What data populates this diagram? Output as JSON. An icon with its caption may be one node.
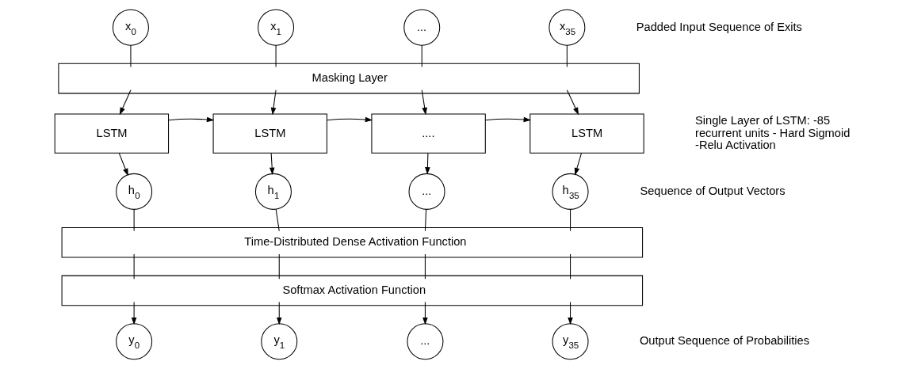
{
  "diagram": {
    "nodes": [
      {
        "text": [
          "x$_{0}$"
        ]
      },
      {
        "text": [
          "x$_{1}$"
        ]
      },
      {
        "text": [
          "..."
        ]
      },
      {
        "text": [
          "x$_{35}$"
        ]
      },
      {
        "text": [
          "Masking Layer"
        ]
      },
      {
        "text": [
          "LSTM"
        ]
      },
      {
        "text": [
          "LSTM"
        ]
      },
      {
        "text": [
          "...."
        ]
      },
      {
        "text": [
          "LSTM"
        ]
      },
      {
        "text": [
          "h$_{0}$"
        ]
      },
      {
        "text": [
          "h$_{1}$"
        ]
      },
      {
        "text": [
          "..."
        ]
      },
      {
        "text": [
          "h$_{35}$"
        ]
      },
      {
        "text": [
          "Time-Distributed Dense Activation Function"
        ]
      },
      {
        "text": [
          "Softmax Activation Function"
        ]
      },
      {
        "text": [
          "y$_{0}$"
        ]
      },
      {
        "text": [
          "y$_{1}$"
        ]
      },
      {
        "text": [
          "..."
        ]
      },
      {
        "text": [
          "y$_{35}$"
        ]
      }
    ],
    "edges": [
      {
        "from": 0,
        "to": 4,
        "arrow": "none"
      },
      {
        "from": 1,
        "to": 4,
        "arrow": "none"
      },
      {
        "from": 2,
        "to": 4,
        "arrow": "none"
      },
      {
        "from": 3,
        "to": 4,
        "arrow": "none"
      },
      {
        "from": 4,
        "to": 5,
        "arrow": "to"
      },
      {
        "from": 4,
        "to": 6,
        "arrow": "to"
      },
      {
        "from": 4,
        "to": 7,
        "arrow": "to"
      },
      {
        "from": 4,
        "to": 8,
        "arrow": "to"
      },
      {
        "from": 5,
        "to": 6,
        "arrow": "to"
      },
      {
        "from": 6,
        "to": 7,
        "arrow": "to"
      },
      {
        "from": 7,
        "to": 8,
        "arrow": "to"
      },
      {
        "from": 5,
        "to": 9,
        "arrow": "to"
      },
      {
        "from": 6,
        "to": 10,
        "arrow": "to"
      },
      {
        "from": 7,
        "to": 11,
        "arrow": "to"
      },
      {
        "from": 8,
        "to": 12,
        "arrow": "to"
      },
      {
        "from": 9,
        "to": 13,
        "arrow": "none"
      },
      {
        "from": 10,
        "to": 13,
        "arrow": "none"
      },
      {
        "from": 11,
        "to": 13,
        "arrow": "none"
      },
      {
        "from": 12,
        "to": 13,
        "arrow": "none"
      },
      {
        "from": 13,
        "to": 14,
        "arrow": "none"
      },
      {
        "from": 13,
        "to": 14,
        "arrow": "none"
      },
      {
        "from": 13,
        "to": 14,
        "arrow": "none"
      },
      {
        "from": 13,
        "to": 14,
        "arrow": "none"
      },
      {
        "from": 14,
        "to": 15,
        "arrow": "to"
      },
      {
        "from": 14,
        "to": 16,
        "arrow": "to"
      },
      {
        "from": 14,
        "to": 17,
        "arrow": "to"
      },
      {
        "from": 14,
        "to": 18,
        "arrow": "to"
      }
    ],
    "labels": [
      "Padded Input Sequence of Exits",
      "Single Layer of LSTM: -85 recurrent units - Hard Sigmoid -Relu Activation",
      "Sequence of Output Vectors",
      "Output Sequence of Probabilities"
    ]
  }
}
